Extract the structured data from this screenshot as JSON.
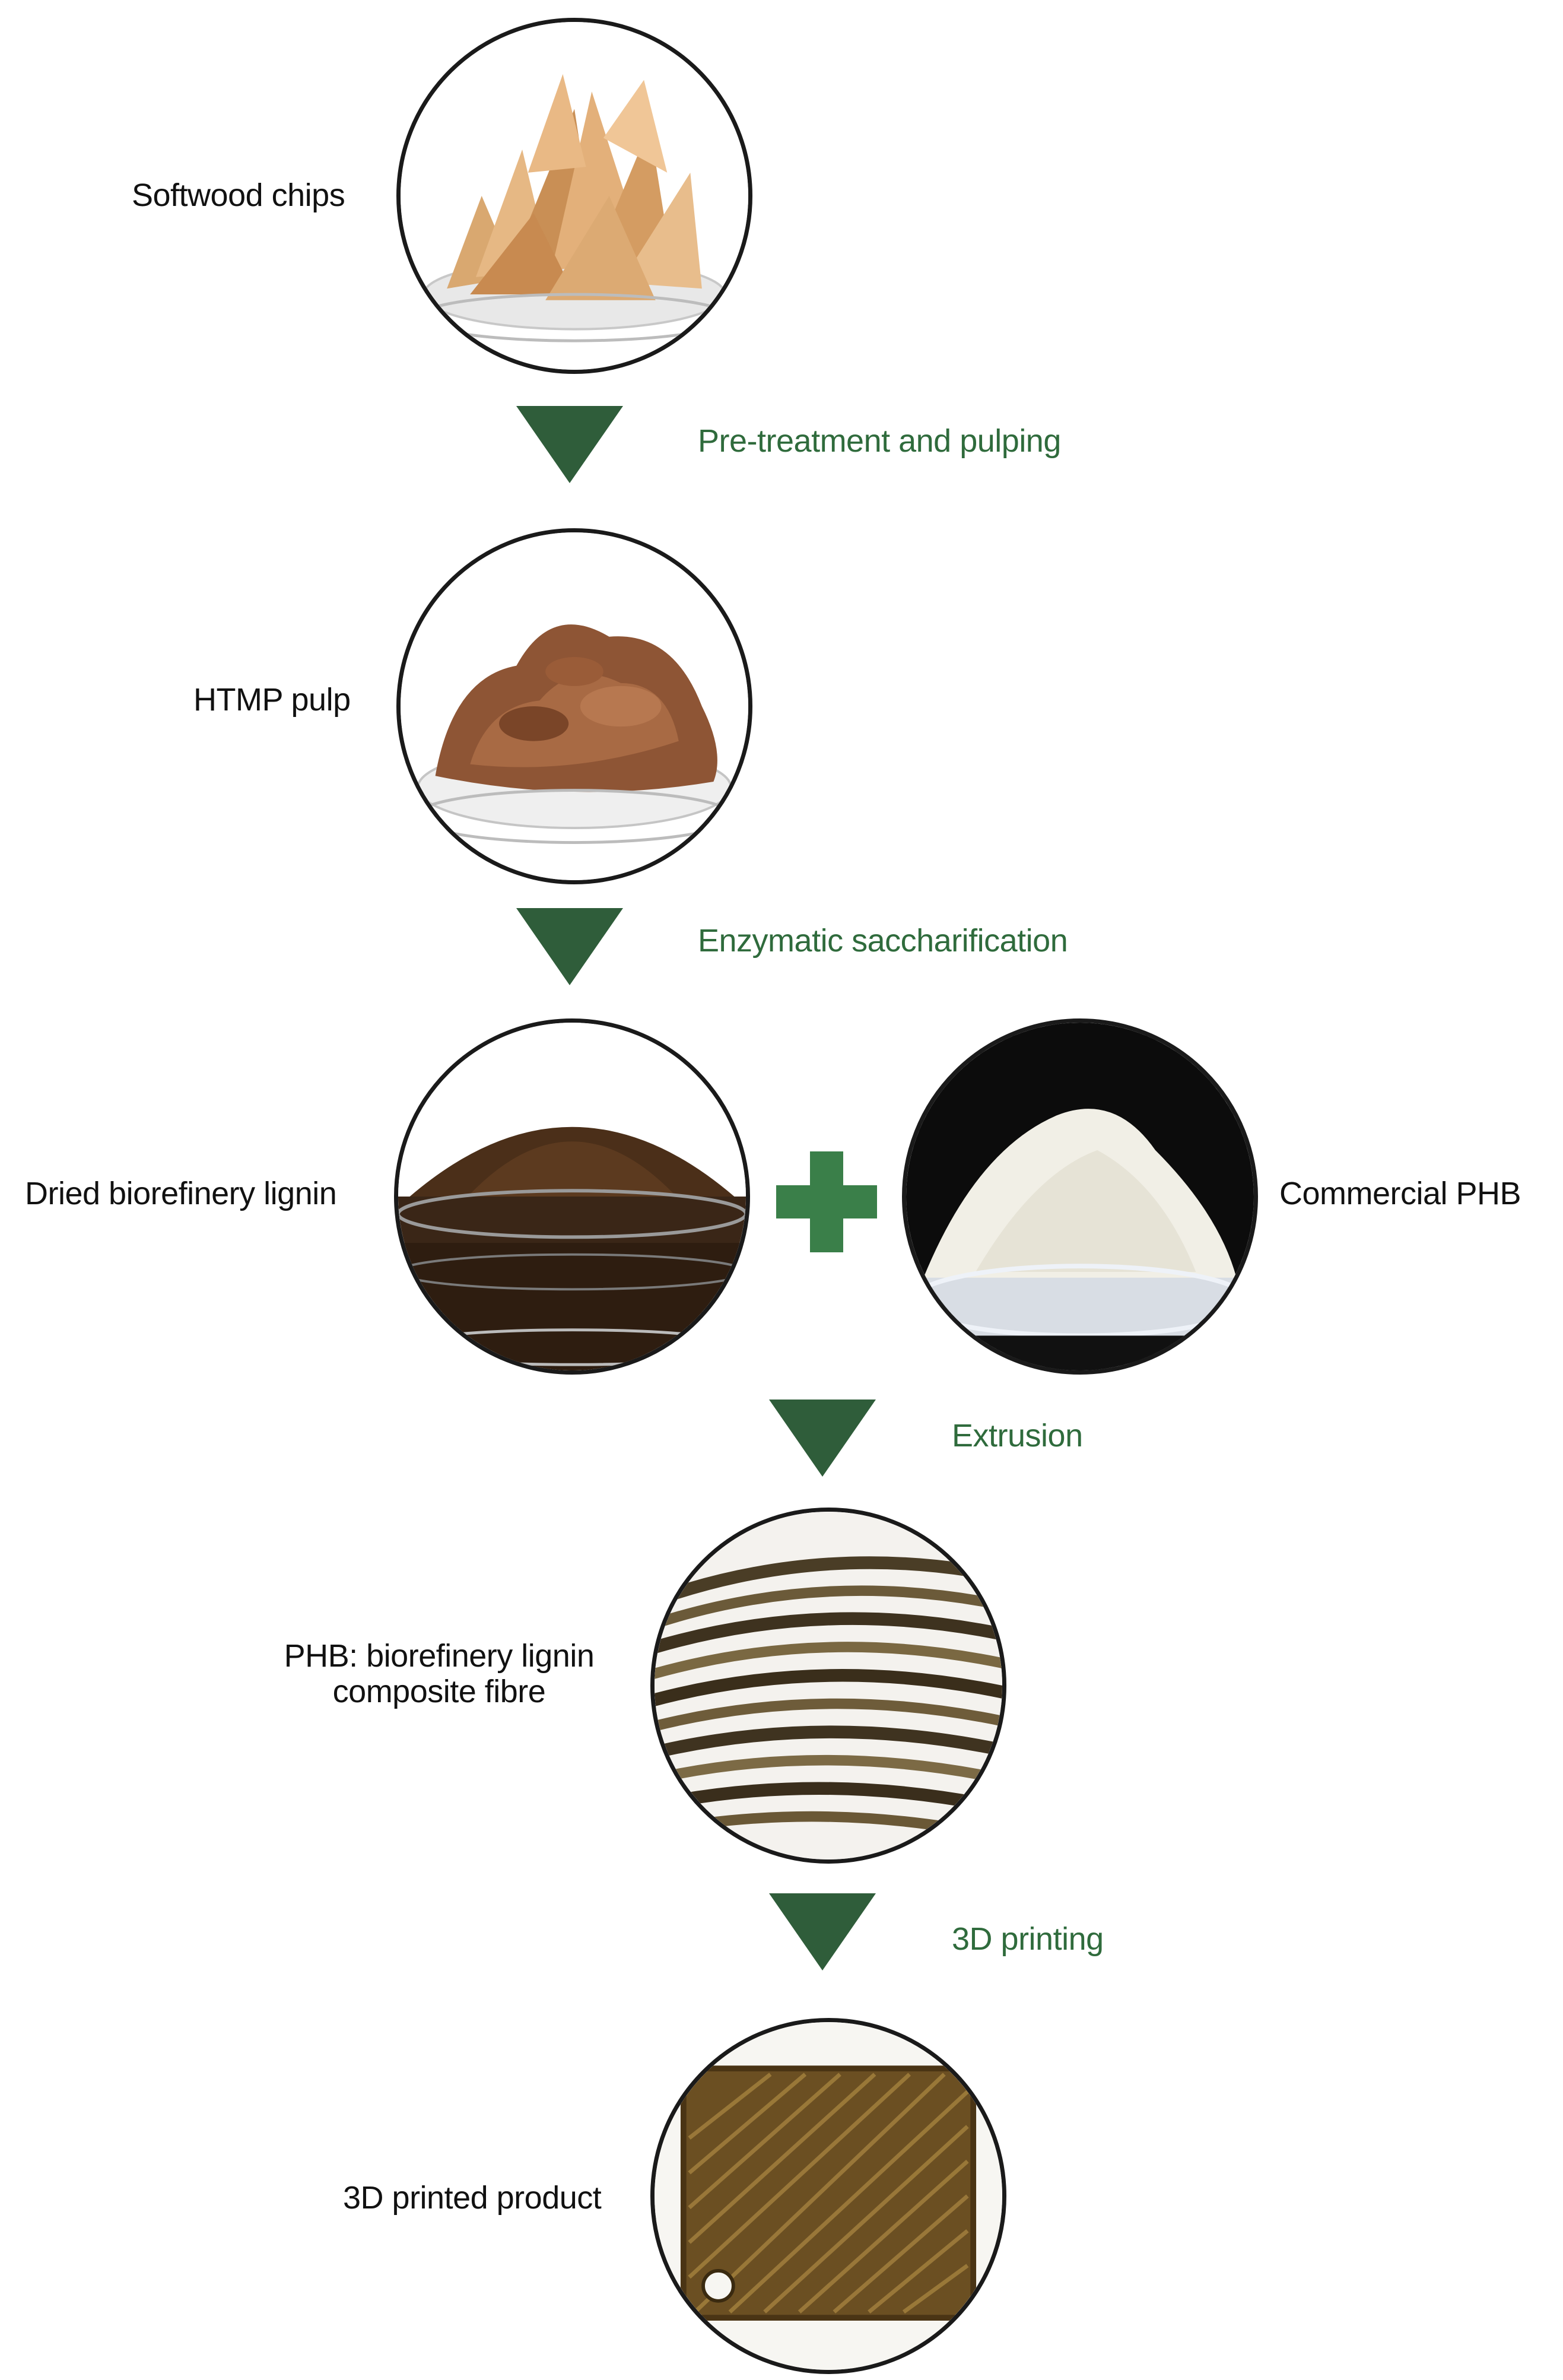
{
  "colors": {
    "arrow": "#2f5d3a",
    "step_text": "#2f6b3c",
    "plus": "#3a7f49",
    "label_text": "#111111",
    "circle_border": "#1a1a1a"
  },
  "nodes": [
    {
      "id": "softwood",
      "label": "Softwood chips",
      "image": "softwood-chips-photo"
    },
    {
      "id": "htmp",
      "label": "HTMP pulp",
      "image": "htmp-pulp-photo"
    },
    {
      "id": "lignin",
      "label": "Dried biorefinery lignin",
      "image": "dried-lignin-photo"
    },
    {
      "id": "phb",
      "label": "Commercial PHB",
      "image": "phb-powder-photo"
    },
    {
      "id": "fibre",
      "label_line1": "PHB: biorefinery lignin",
      "label_line2": "composite fibre",
      "image": "composite-fibre-photo"
    },
    {
      "id": "product",
      "label": "3D printed product",
      "image": "printed-product-photo"
    }
  ],
  "steps": [
    {
      "label": "Pre-treatment and pulping"
    },
    {
      "label": "Enzymatic saccharification"
    },
    {
      "label": "Extrusion"
    },
    {
      "label": "3D printing"
    }
  ],
  "combine_symbol": "plus-icon"
}
